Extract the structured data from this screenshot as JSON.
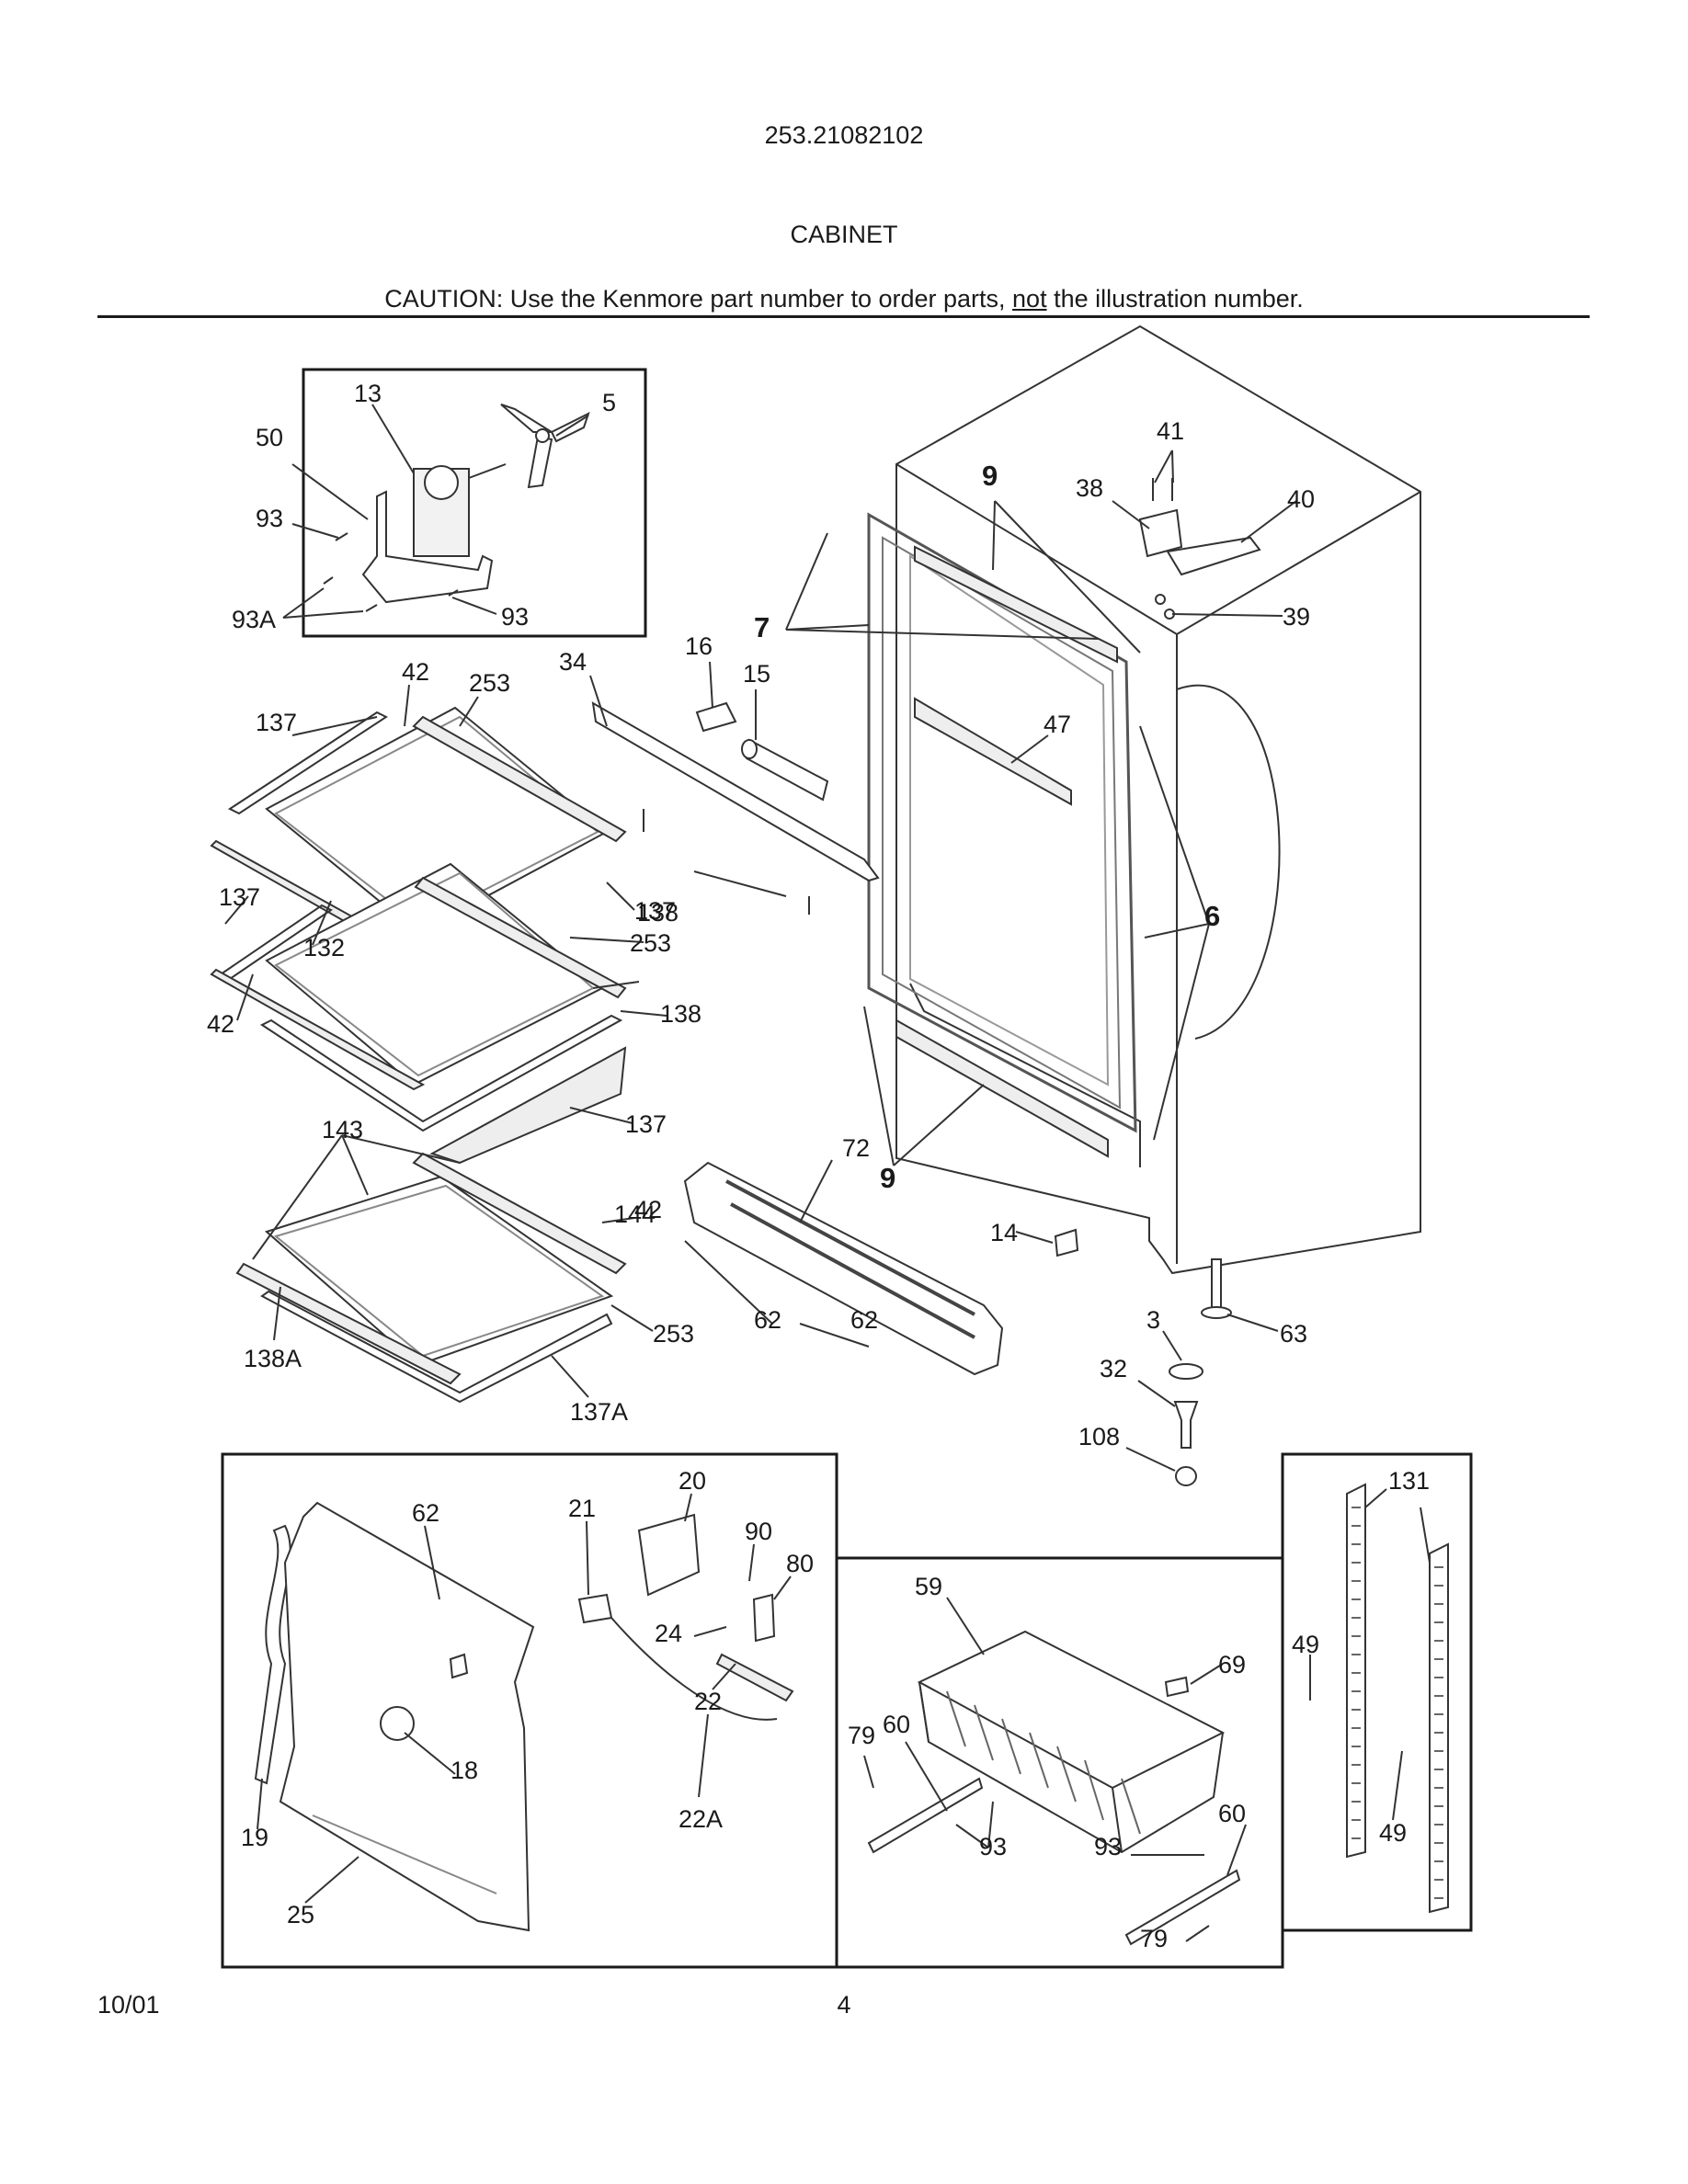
{
  "header": {
    "model": "253.21082102",
    "section": "CABINET",
    "caution_prefix": "CAUTION: Use the Kenmore part number to order parts, ",
    "caution_emph": "not",
    "caution_suffix": " the illustration number."
  },
  "footer": {
    "date": "10/01",
    "page": "4"
  },
  "callouts": {
    "fan_box": [
      "13",
      "5",
      "50",
      "93",
      "93A",
      "93"
    ],
    "cabinet": [
      "9",
      "41",
      "38",
      "40",
      "39",
      "7",
      "16",
      "15",
      "47",
      "6",
      "9",
      "72",
      "14",
      "3",
      "63",
      "32",
      "108"
    ],
    "shelves": [
      "42",
      "253",
      "137",
      "34",
      "137",
      "137",
      "138",
      "132",
      "253",
      "42",
      "138",
      "137",
      "143",
      "144",
      "253",
      "62",
      "42",
      "62",
      "138A",
      "137A"
    ],
    "bottom_left_box": [
      "62",
      "21",
      "20",
      "90",
      "80",
      "24",
      "22",
      "18",
      "19",
      "22A",
      "25"
    ],
    "basket_box": [
      "59",
      "69",
      "79",
      "60",
      "93",
      "93",
      "60",
      "79"
    ],
    "rail_box": [
      "131",
      "49",
      "49"
    ]
  },
  "colors": {
    "ink": "#1a1a1a",
    "paper": "#ffffff",
    "line": "#333333",
    "shade": "#e6e6e6"
  }
}
